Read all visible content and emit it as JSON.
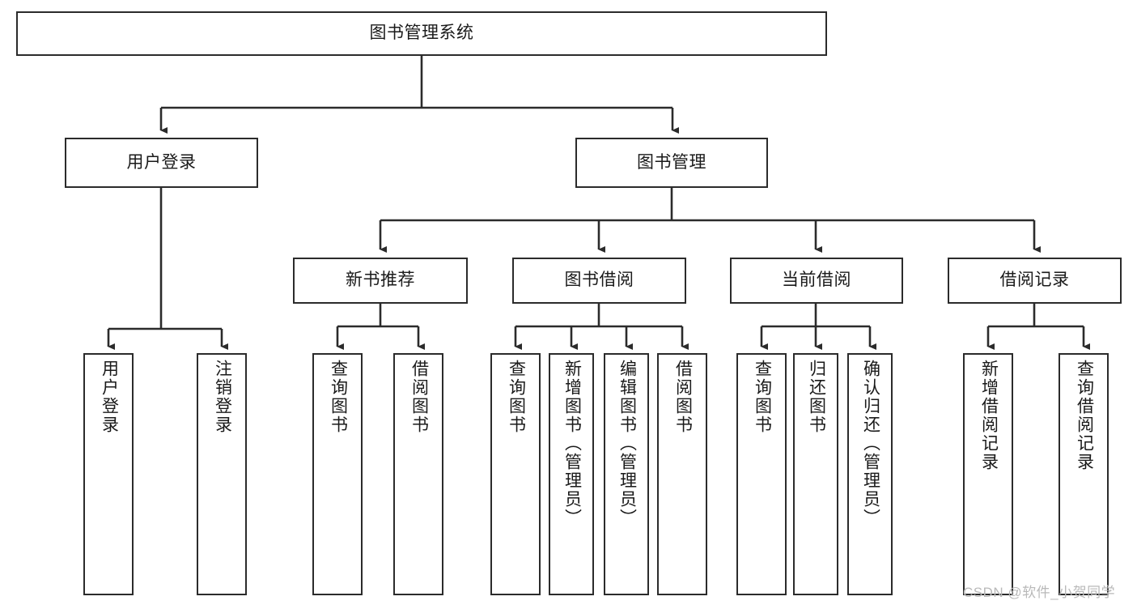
{
  "diagram": {
    "title": "图书管理系统",
    "type": "hierarchy-tree",
    "style": {
      "box_fill": "#ffffff",
      "box_stroke": "#2b2b2b",
      "connector_color": "#2b2b2b",
      "text_color": "#1a1a1a",
      "background": "#ffffff",
      "watermark_color": "#b9b9b9"
    },
    "levels": {
      "root": {
        "label": "图书管理系统"
      },
      "level1": [
        {
          "id": "user-login",
          "label": "用户登录"
        },
        {
          "id": "book-management",
          "label": "图书管理"
        }
      ],
      "level2": [
        {
          "id": "new-book-recommend",
          "label": "新书推荐",
          "parent": "book-management"
        },
        {
          "id": "book-borrow",
          "label": "图书借阅",
          "parent": "book-management"
        },
        {
          "id": "current-borrow",
          "label": "当前借阅",
          "parent": "book-management"
        },
        {
          "id": "borrow-record",
          "label": "借阅记录",
          "parent": "book-management"
        }
      ],
      "leaves": [
        {
          "id": "leaf-user-login",
          "label": "用户登录",
          "parent": "user-login"
        },
        {
          "id": "leaf-user-logout",
          "label": "注销登录",
          "parent": "user-login"
        },
        {
          "id": "leaf-query-book-1",
          "label": "查询图书",
          "parent": "new-book-recommend"
        },
        {
          "id": "leaf-borrow-book-1",
          "label": "借阅图书",
          "parent": "new-book-recommend"
        },
        {
          "id": "leaf-query-book-2",
          "label": "查询图书",
          "parent": "book-borrow"
        },
        {
          "id": "leaf-add-book",
          "label": "新增图书（管理员）",
          "parent": "book-borrow"
        },
        {
          "id": "leaf-edit-book",
          "label": "编辑图书（管理员）",
          "parent": "book-borrow"
        },
        {
          "id": "leaf-borrow-book-2",
          "label": "借阅图书",
          "parent": "book-borrow"
        },
        {
          "id": "leaf-query-book-3",
          "label": "查询图书",
          "parent": "current-borrow"
        },
        {
          "id": "leaf-return-book",
          "label": "归还图书",
          "parent": "current-borrow"
        },
        {
          "id": "leaf-confirm-return",
          "label": "确认归还（管理员）",
          "parent": "current-borrow"
        },
        {
          "id": "leaf-add-record",
          "label": "新增借阅记录",
          "parent": "borrow-record"
        },
        {
          "id": "leaf-query-record",
          "label": "查询借阅记录",
          "parent": "borrow-record"
        }
      ]
    },
    "watermark": "CSDN @软件_小贺同学"
  }
}
